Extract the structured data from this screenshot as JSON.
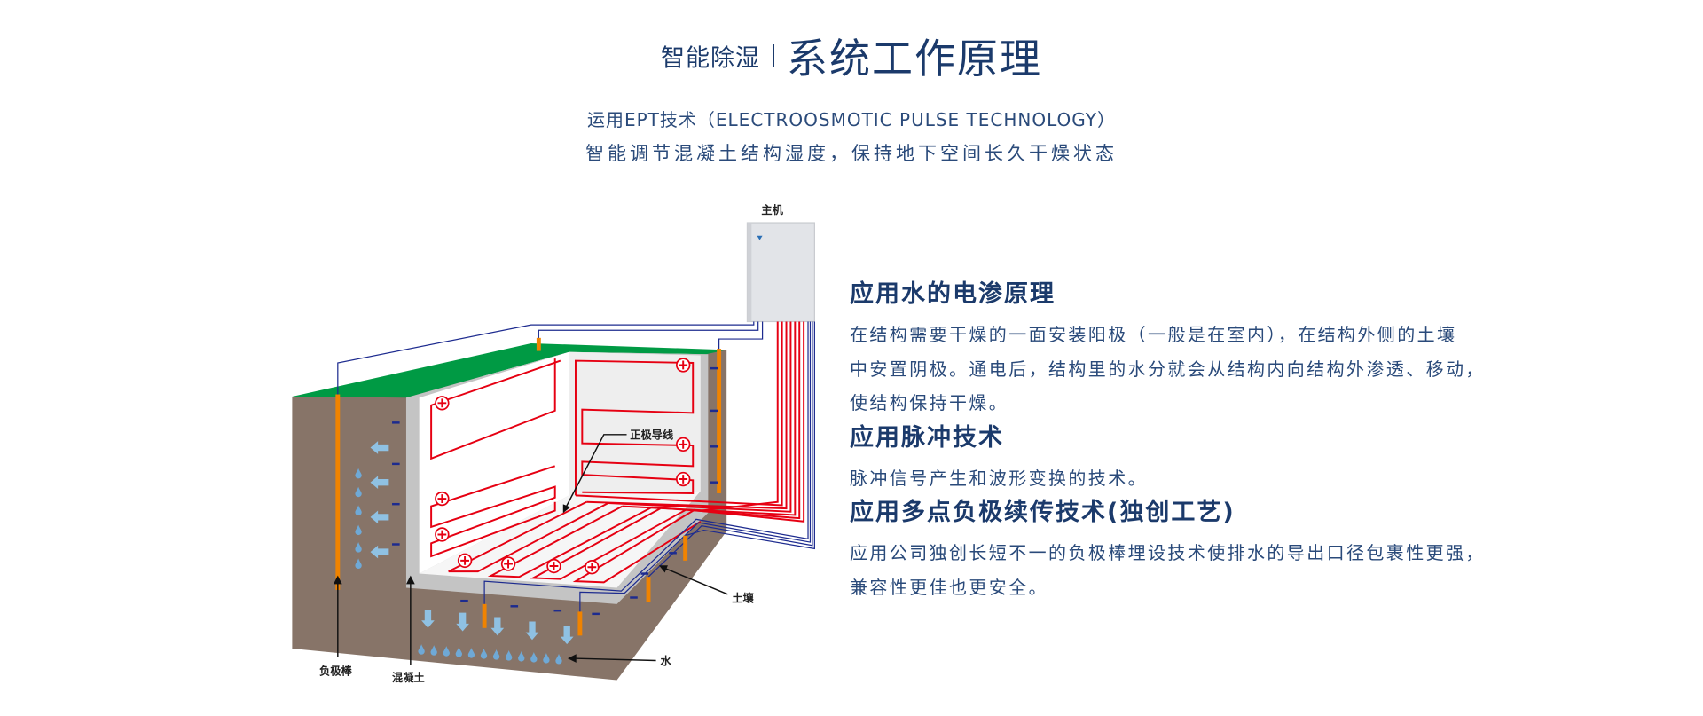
{
  "header": {
    "title_prefix": "智能除湿",
    "title_main": "系统工作原理",
    "subtitle_line1": "运用EPT技术（ELECTROOSMOTIC PULSE TECHNOLOGY）",
    "subtitle_line2": "智能调节混凝土结构湿度，保持地下空间长久干燥状态"
  },
  "diagram": {
    "labels": {
      "host": "主机",
      "anode_wire": "正极导线",
      "soil": "土壤",
      "water": "水",
      "cathode_rod": "负极棒",
      "concrete": "混凝土"
    },
    "colors": {
      "soil": "#877468",
      "grass": "#009a44",
      "concrete": "#c4c4c4",
      "anode": "#e60012",
      "cathode_wire": "#1d2b8f",
      "rod": "#f08300",
      "water": "#8fc1e3"
    }
  },
  "sections": [
    {
      "heading": "应用水的电渗原理",
      "lines": [
        "在结构需要干燥的一面安装阳极（一般是在室内），在结构外侧的土壤",
        "中安置阴极。通电后，结构里的水分就会从结构内向结构外渗透、移动，",
        "使结构保持干燥。"
      ]
    },
    {
      "heading": "应用脉冲技术",
      "lines": [
        "脉冲信号产生和波形变换的技术。"
      ]
    },
    {
      "heading": "应用多点负极续传技术(独创工艺)",
      "lines": [
        "应用公司独创长短不一的负极棒埋设技术使排水的导出口径包裹性更强，",
        "兼容性更佳也更安全。"
      ]
    }
  ]
}
